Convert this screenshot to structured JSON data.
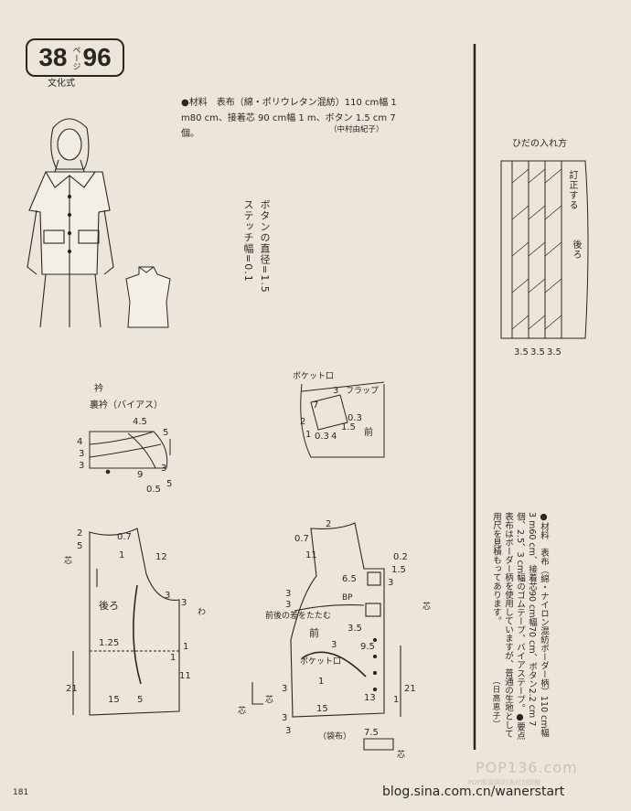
{
  "header": {
    "badge_left": "38",
    "badge_kana": "ページ",
    "badge_right": "96",
    "publisher": "文化式"
  },
  "materials_top": {
    "text": "●材料　表布（綿・ポリウレタン混紡）110 cm幅 1 m80 cm、接着芯 90 cm幅 1 m、ボタン 1.5 cm 7 個。",
    "credit": "（中村由紀子）"
  },
  "button_note": "ボタンの直径=1.5　ステッチ幅=0.1",
  "pleat": {
    "title": "ひだの入れ方",
    "label_fix": "訂正する",
    "label_back": "後ろ",
    "dims": [
      "3.5",
      "3.5",
      "3.5"
    ]
  },
  "collar": {
    "title": "衿",
    "subtitle": "裏衿（バイアス）",
    "dims": [
      "4.5",
      "5",
      "4",
      "3",
      "3",
      "9",
      "0.5",
      "3",
      "5"
    ]
  },
  "pocket": {
    "label_pocket": "ポケット口",
    "label_flap": "フラップ",
    "label_front": "前",
    "dims": [
      "3",
      "7",
      "0.3",
      "1.5",
      "0.3",
      "4",
      "2",
      "1"
    ]
  },
  "back_pattern": {
    "label": "後ろ",
    "dims": [
      "2",
      "5",
      "0.7",
      "1",
      "12",
      "3",
      "3",
      "1",
      "1.25",
      "1",
      "11",
      "21",
      "15",
      "5"
    ],
    "labels": [
      "芯",
      "わ"
    ]
  },
  "front_pattern": {
    "label": "前",
    "label_bp": "BP",
    "label_pocket": "ポケット口",
    "label_diff": "前後の差をたたむ",
    "label_bag": "（袋布）",
    "dims": [
      "0.7",
      "2",
      "11",
      "0.2",
      "1.5",
      "3",
      "6.5",
      "3",
      "3",
      "3.5",
      "9.5",
      "3",
      "1",
      "15",
      "13",
      "3",
      "3",
      "3",
      "7.5",
      "21",
      "1"
    ],
    "labels": [
      "芯",
      "芯",
      "芯",
      "芯"
    ]
  },
  "materials_right": {
    "text": "●材料　表布（綿・ナイロン混紡ボーダー柄）110 cm幅3 m60 cm、接着芯90 cm幅70 cm、ボタン2.2 cm 7個、2.5、3 cm幅のゴムテープ、バイアステープ。●要点　表布はボーダー柄を使用していますが、普通の生地として用尺を見積もってあります。",
    "credit": "（日高恵子）"
  },
  "footer": {
    "page_number": "181",
    "watermark": "POP136.com",
    "watermark_sub": "POP服装网|时尚时刻提醒",
    "blog": "blog.sina.com.cn/wanerstart"
  }
}
